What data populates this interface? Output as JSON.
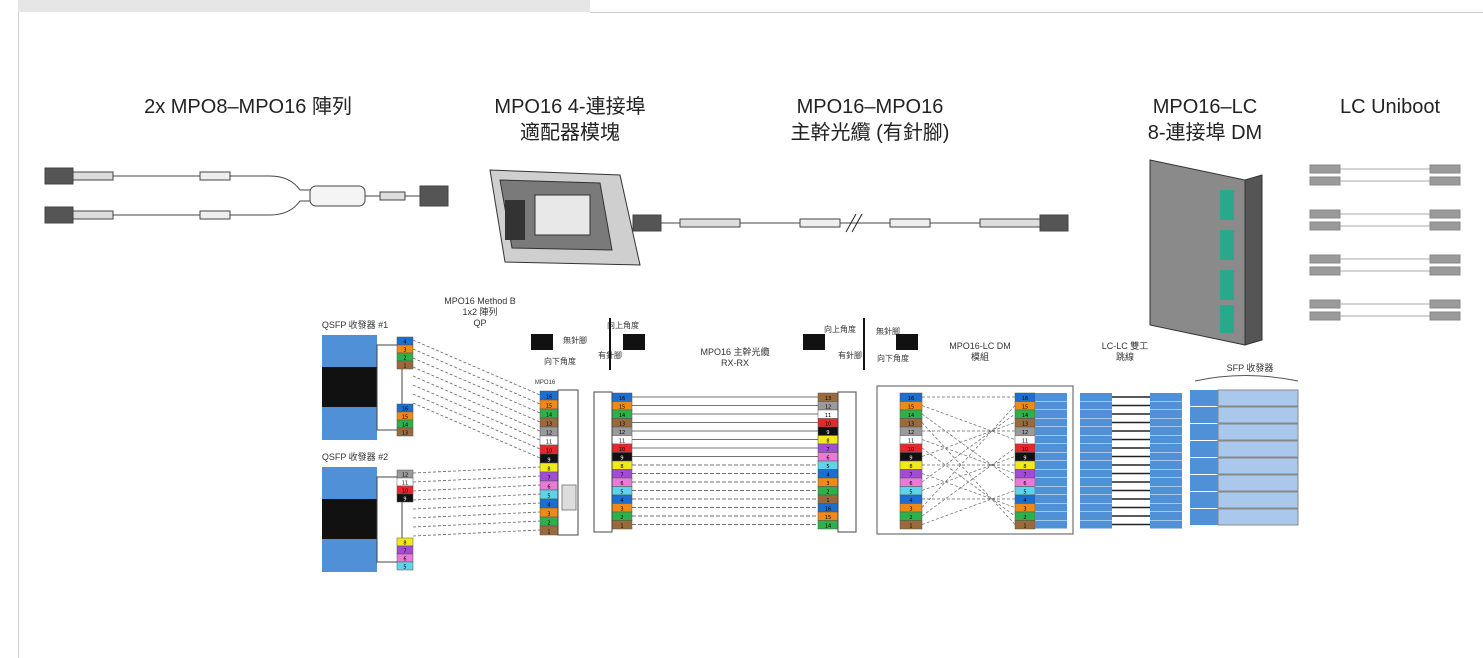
{
  "titles": {
    "array": "2x MPO8–MPO16 陣列",
    "adapter_l1": "MPO16 4-連接埠",
    "adapter_l2": "適配器模塊",
    "trunk_l1": "MPO16–MPO16",
    "trunk_l2": "主幹光纜 (有針腳)",
    "dm_l1": "MPO16–LC",
    "dm_l2": "8-連接埠 DM",
    "uniboot": "LC Uniboot"
  },
  "labels": {
    "qsfp1": "QSFP 收發器 #1",
    "qsfp2": "QSFP 收發器 #2",
    "method_l1": "MPO16 Method B",
    "method_l2": "1x2 陣列",
    "method_l3": "QP",
    "no_pin_left": "無針腳",
    "down_angle_left": "向下角度",
    "up_angle_left": "向上角度",
    "has_pin_left": "有針腳",
    "trunk_l1": "MPO16 主幹光纜",
    "trunk_l2": "RX-RX",
    "up_angle_right": "向上角度",
    "has_pin_right": "有針腳",
    "no_pin_right": "無針腳",
    "down_angle_right": "向下角度",
    "dm_l1": "MPO16-LC DM",
    "dm_l2": "模組",
    "lclc_l1": "LC-LC 雙工",
    "lclc_l2": "跳線",
    "sfp": "SFP 收發器",
    "mpo16_small": "MPO16"
  },
  "fiber_numbers": [
    "16",
    "15",
    "14",
    "13",
    "12",
    "11",
    "10",
    "9",
    "8",
    "7",
    "6",
    "5",
    "4",
    "3",
    "2",
    "1"
  ],
  "colors": {
    "fiber": [
      "#1a6fd0",
      "#f08a16",
      "#2fb14a",
      "#9b6a3c",
      "#9a9a9a",
      "#ffffff",
      "#e8262c",
      "#111111",
      "#f2e91b",
      "#a24bd6",
      "#e97ad6",
      "#5fd3e8",
      "#1a6fd0",
      "#f08a16",
      "#2fb14a",
      "#9b6a3c"
    ],
    "transceiver": "#4f90d6",
    "dark": "#111111"
  }
}
